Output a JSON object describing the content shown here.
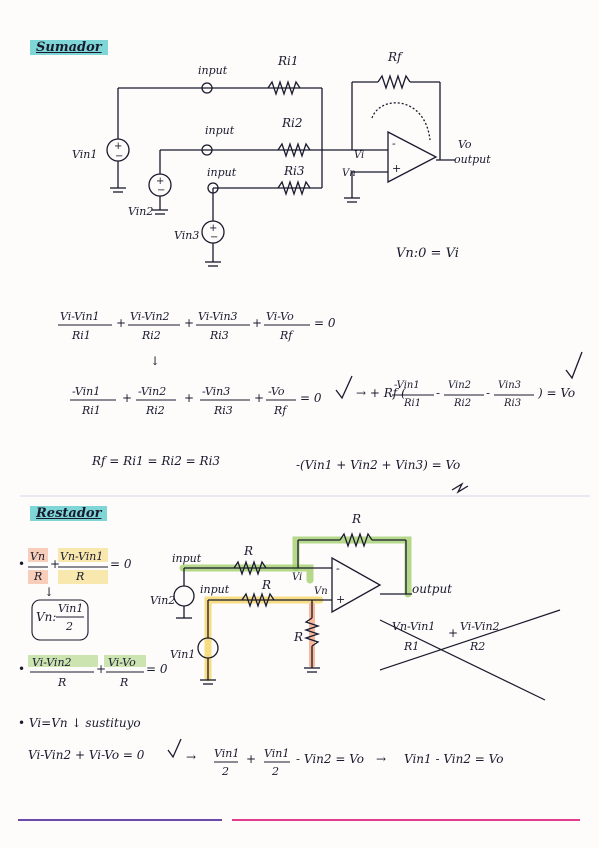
{
  "sections": {
    "sumador": {
      "title": "Sumador",
      "labels": {
        "input_1": "input",
        "input_2": "input",
        "input_3": "input",
        "ri1": "Ri1",
        "ri2": "Ri2",
        "ri3": "Ri3",
        "rf": "Rf",
        "vi": "Vi",
        "vn": "Vn",
        "vo": "Vo",
        "output": "output",
        "vin1": "Vin1",
        "vin2": "Vin2",
        "vin3": "Vin3",
        "minus": "-",
        "plus": "+",
        "equation": "Vn:0 = Vi"
      },
      "equations": {
        "kcl_1": "(Vi-Vin1)/Ri1 + (Vi-Vin2)/Ri2 + (Vi-Vin3)/Ri3 + (Vi-Vo)/Rf = 0",
        "kcl_2": "-Vin1/Ri1 + -Vin2/Ri2 + -Vin3/Ri3 + -Vo/Rf = 0",
        "result_1": "→ + Rf ( -Vin1/Ri1 - Vin2/Ri2 - Vin3/Ri3 ) = Vo",
        "rf_eq": "Rf = Ri1 = Ri2 = Ri3",
        "result_2": "-(Vin1 + Vin2 + Vin3) = Vo"
      }
    },
    "restador": {
      "title": "Restador",
      "labels": {
        "input_1": "input",
        "input_2": "input",
        "r_top": "R",
        "r_1": "R",
        "r_2": "R",
        "r_3": "R",
        "vi": "Vi",
        "vn": "Vn",
        "output": "output",
        "vin1": "Vin1",
        "vin2": "Vin2",
        "minus": "-",
        "plus": "+"
      },
      "equations": {
        "eq1": "• Vn/R + (Vn-Vin1)/R = 0",
        "eq1_result": "Vn = Vin1/2",
        "eq2": "• (Vi-Vin2)/R + (Vi-Vo)/R = 0",
        "eq3": "• Vi=Vn ↓ sustituyo",
        "eq4": "Vi-Vin2 + Vi-Vo = 0",
        "eq5": "→ Vin1/2 + Vin1/2 - Vin2 = Vo",
        "eq6": "→ Vin1 - Vin2 = Vo",
        "crossed": "Vn-Vin1/R1 + Vi-Vin2/R2"
      }
    }
  },
  "colors": {
    "ink": "#1a1a2e",
    "teal_highlight": "#7fd6d6",
    "green_highlight": "#9ccc65",
    "yellow_highlight": "#f5d76e",
    "orange_highlight": "#f4a583",
    "pink_line": "#e33c8d"
  }
}
